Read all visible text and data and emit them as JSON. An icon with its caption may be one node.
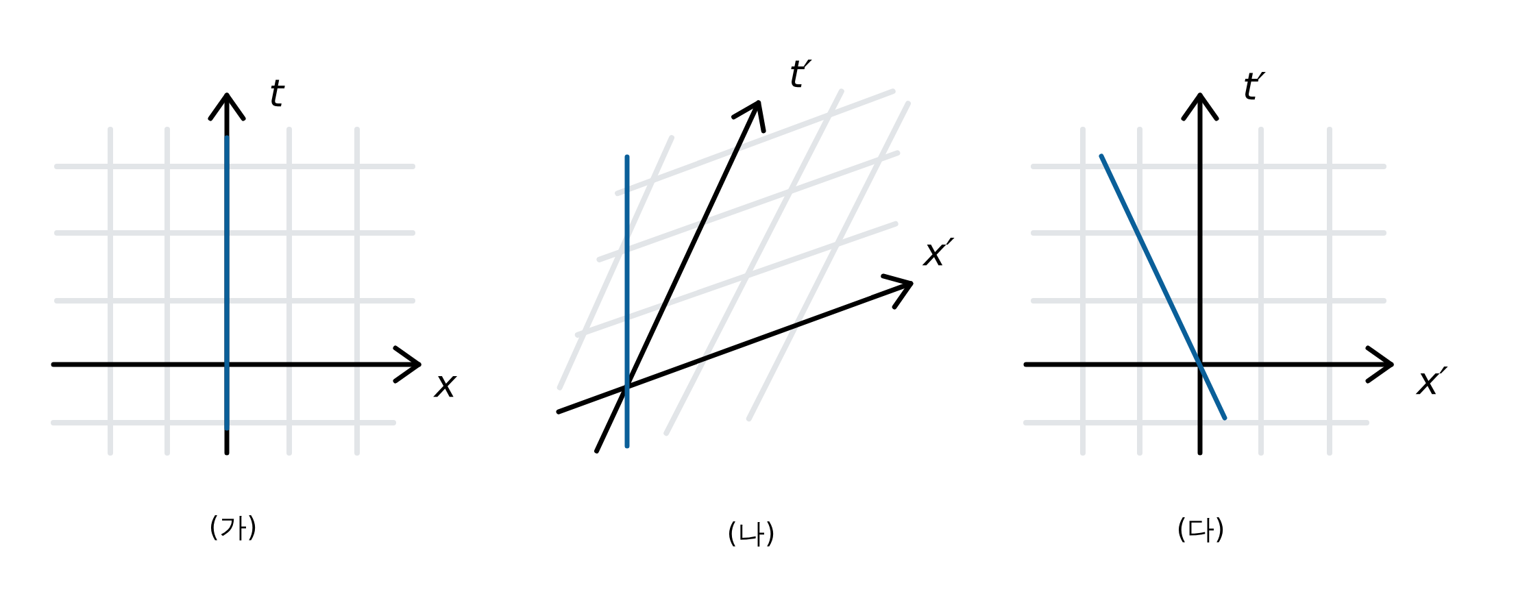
{
  "diagram": {
    "labels": [
      "t",
      "x",
      "(가)",
      "t′",
      "x′",
      "(나)",
      "t′",
      "x′",
      "(다)"
    ]
  }
}
